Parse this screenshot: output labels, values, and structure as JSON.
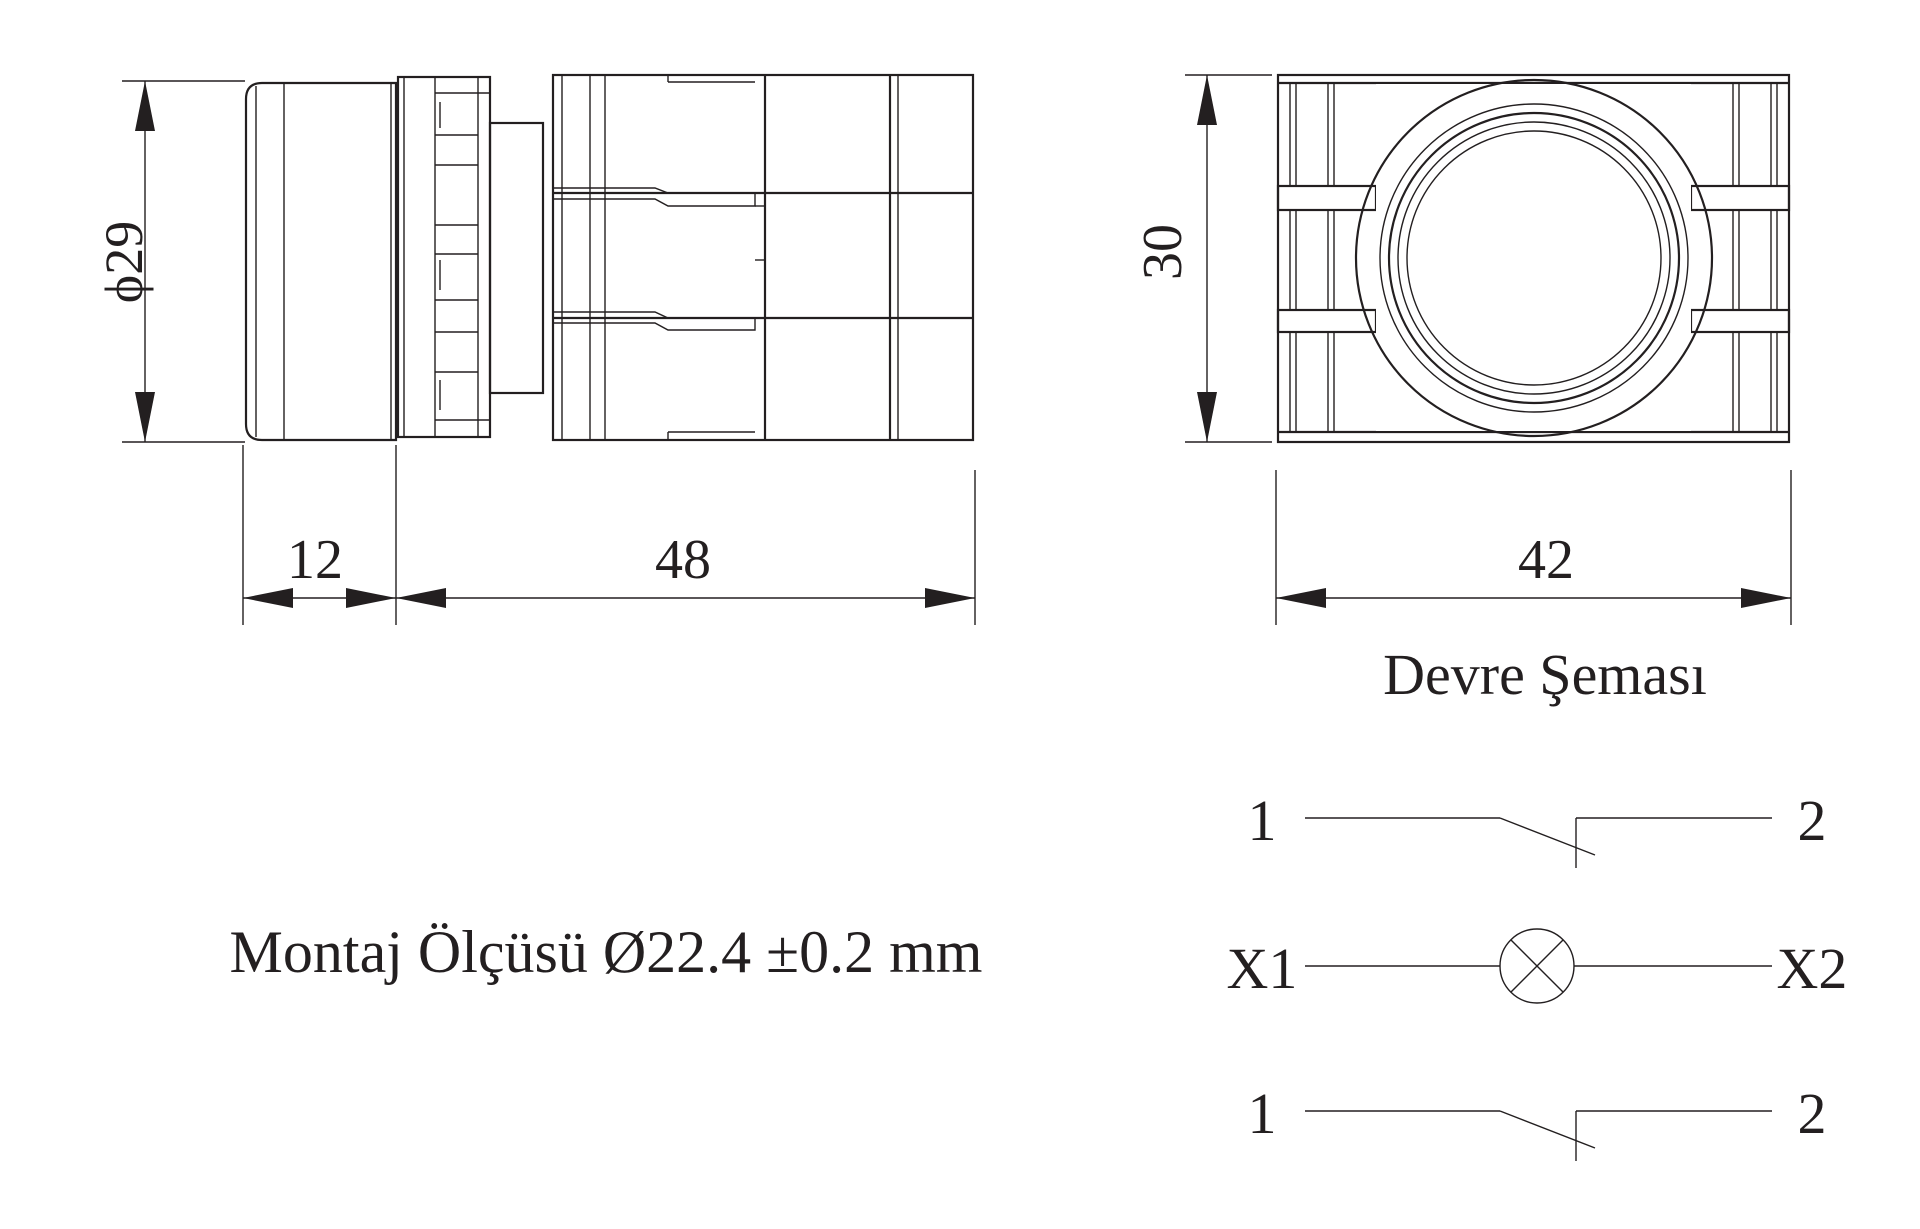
{
  "dimensions": {
    "diameter": "29",
    "front_depth": "12",
    "body_length": "48",
    "height": "30",
    "width": "42"
  },
  "section_title": "Devre Şeması",
  "mounting_note": "Montaj Ölçüsü Ø22.4 ±0.2 mm",
  "schematic": {
    "contact_top": {
      "left": "1",
      "right": "2"
    },
    "lamp": {
      "left": "X1",
      "right": "X2"
    },
    "contact_bottom": {
      "left": "1",
      "right": "2"
    }
  }
}
